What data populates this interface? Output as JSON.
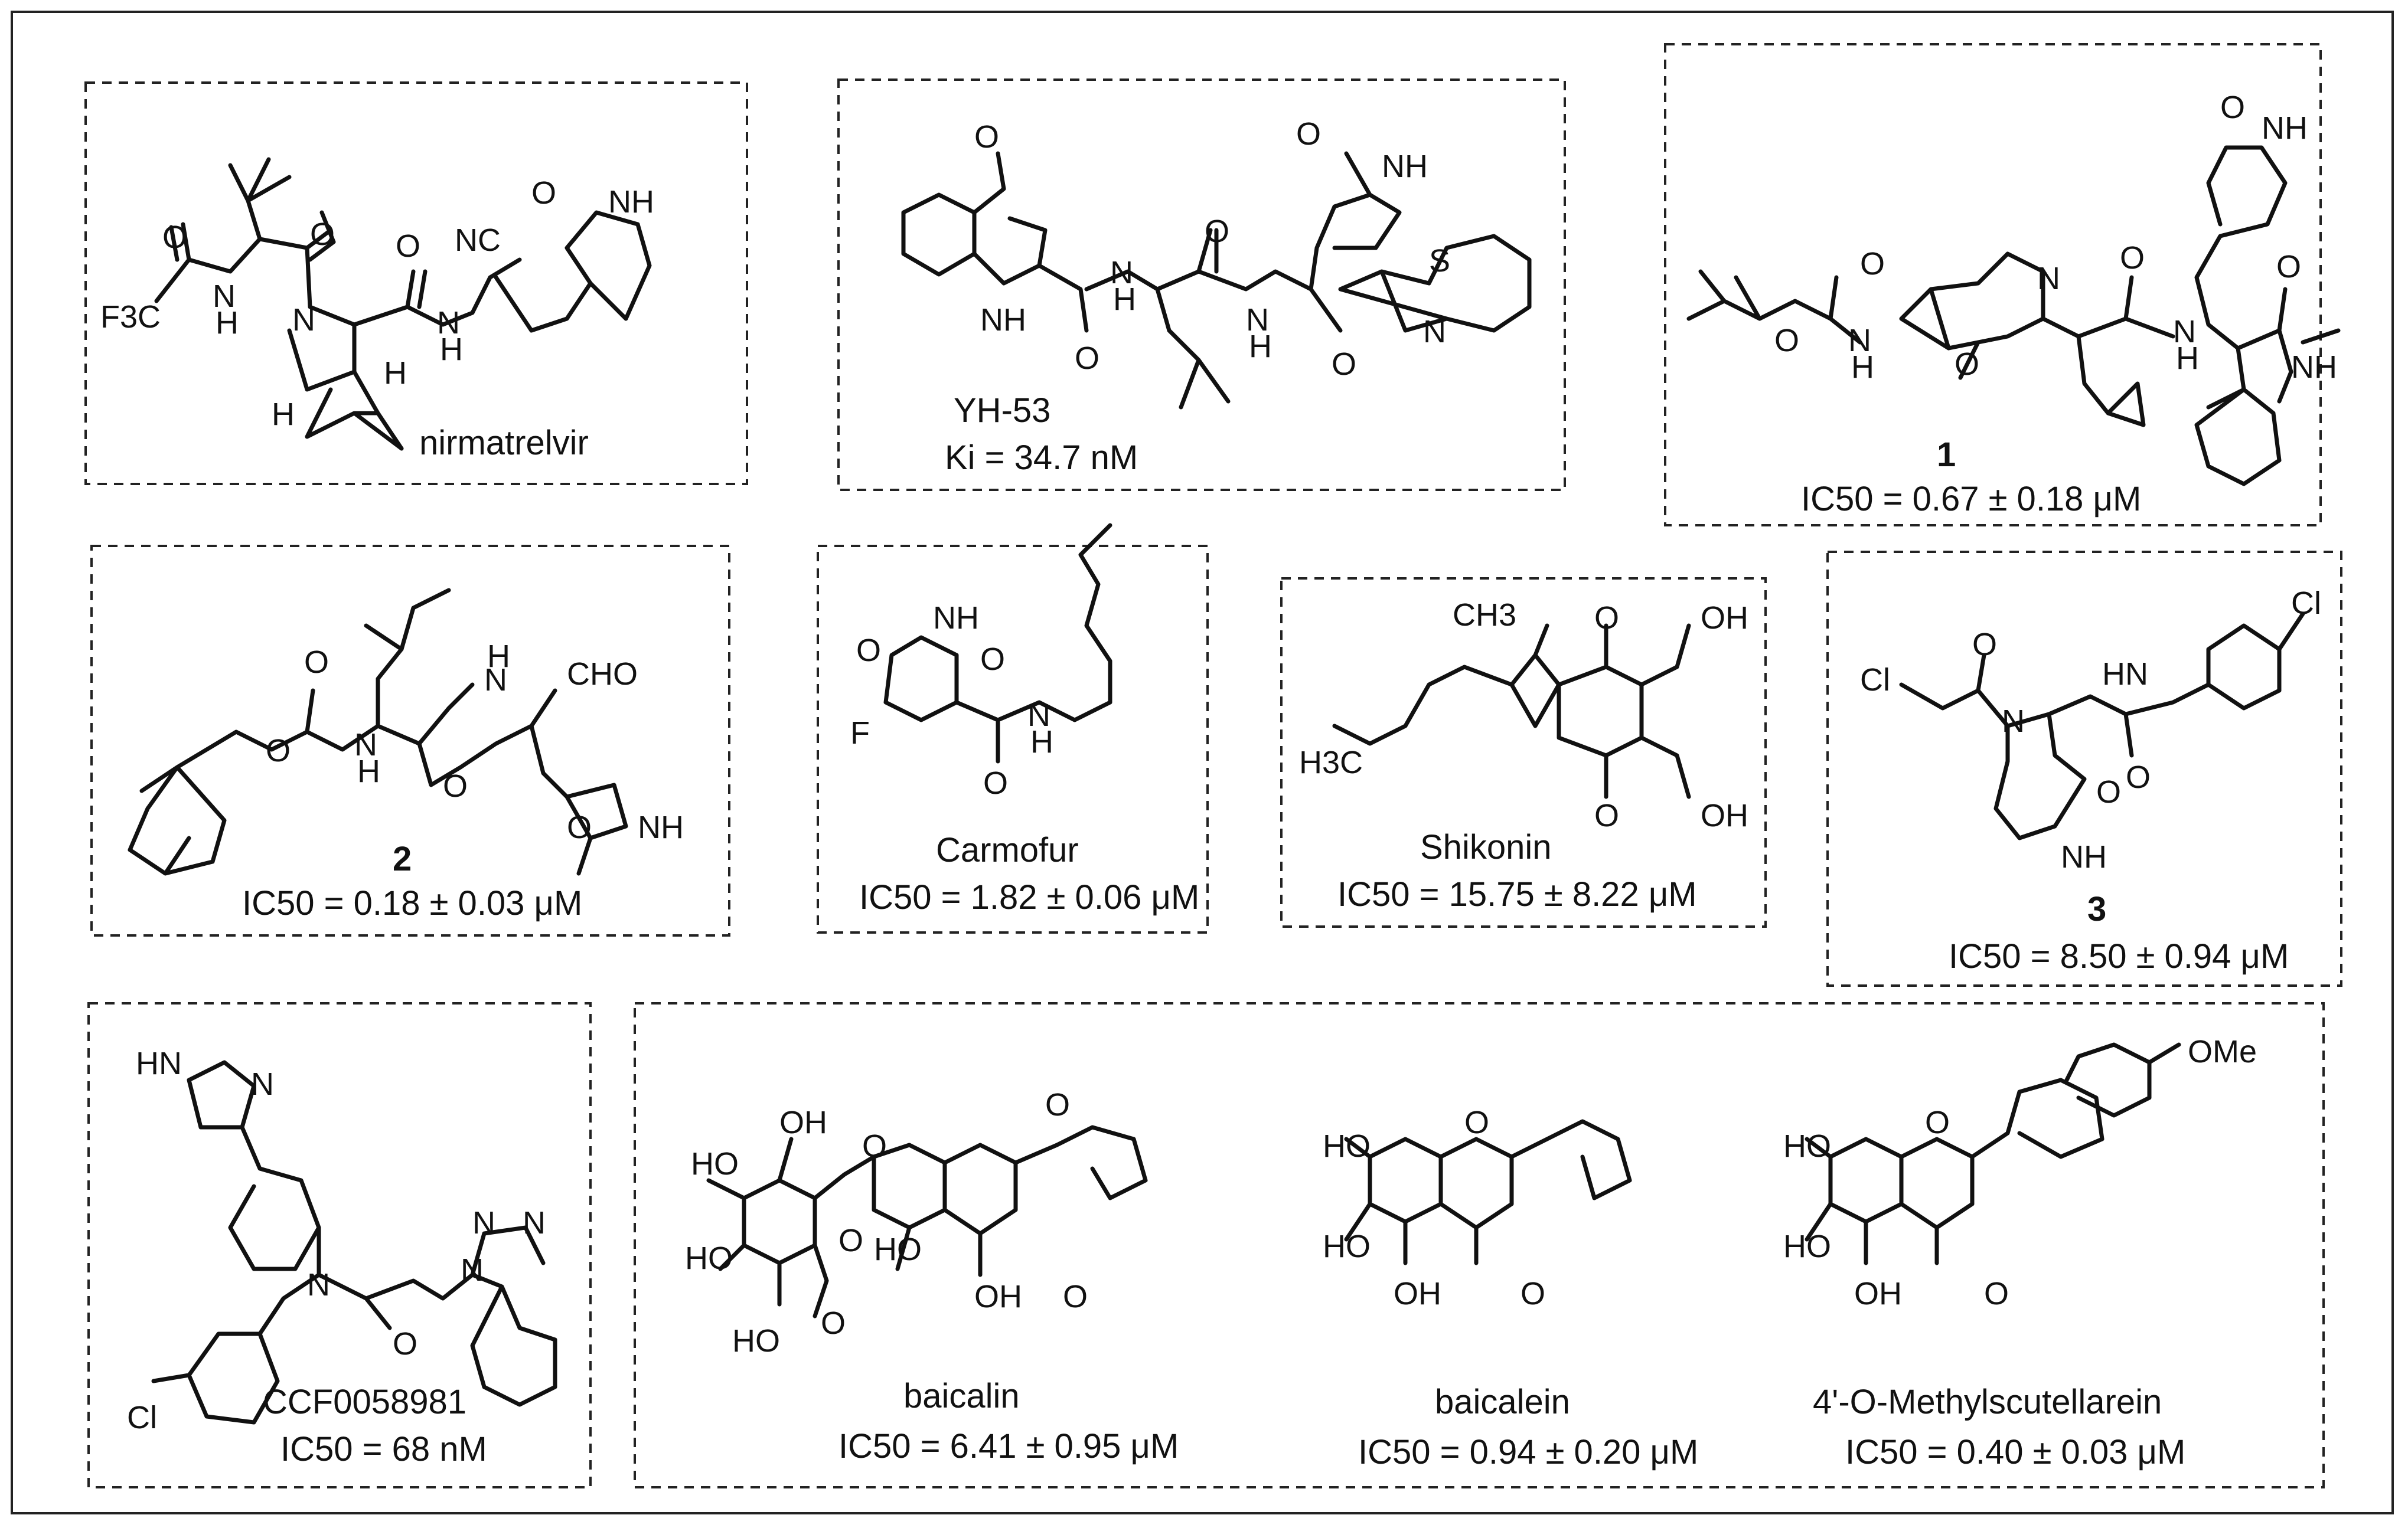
{
  "compounds": {
    "nirmatrelvir": {
      "name": "nirmatrelvir",
      "activity": ""
    },
    "yh53": {
      "name": "YH-53",
      "activity": "Ki = 34.7 nM"
    },
    "c1": {
      "number": "1",
      "activity": "IC50 = 0.67 ± 0.18 μM"
    },
    "c2": {
      "number": "2",
      "activity": "IC50 = 0.18 ± 0.03 μM"
    },
    "carmofur": {
      "name": "Carmofur",
      "activity": "IC50 = 1.82 ± 0.06 μM"
    },
    "shikonin": {
      "name": "Shikonin",
      "activity": "IC50 = 15.75 ± 8.22 μM"
    },
    "c3": {
      "number": "3",
      "activity": "IC50 = 8.50 ± 0.94 μM"
    },
    "ccf": {
      "name": "CCF0058981",
      "activity": "IC50 = 68 nM"
    },
    "baicalin": {
      "name": "baicalin",
      "activity": "IC50 = 6.41 ± 0.95 μM"
    },
    "baicalein": {
      "name": "baicalein",
      "activity": "IC50 = 0.94 ± 0.20 μM"
    },
    "methyl": {
      "name": "4'-O-Methylscutellarein",
      "activity": "IC50 = 0.40 ± 0.03 μM"
    }
  },
  "atoms": {
    "O": "O",
    "N": "N",
    "H": "H",
    "NH": "NH",
    "HN": "HN",
    "F3C": "F3C",
    "NC": "NC",
    "S": "S",
    "F": "F",
    "Cl": "Cl",
    "CHO": "CHO",
    "OH": "OH",
    "HO": "HO",
    "CH3": "CH3",
    "H3C": "H3C",
    "OMe": "OMe"
  }
}
